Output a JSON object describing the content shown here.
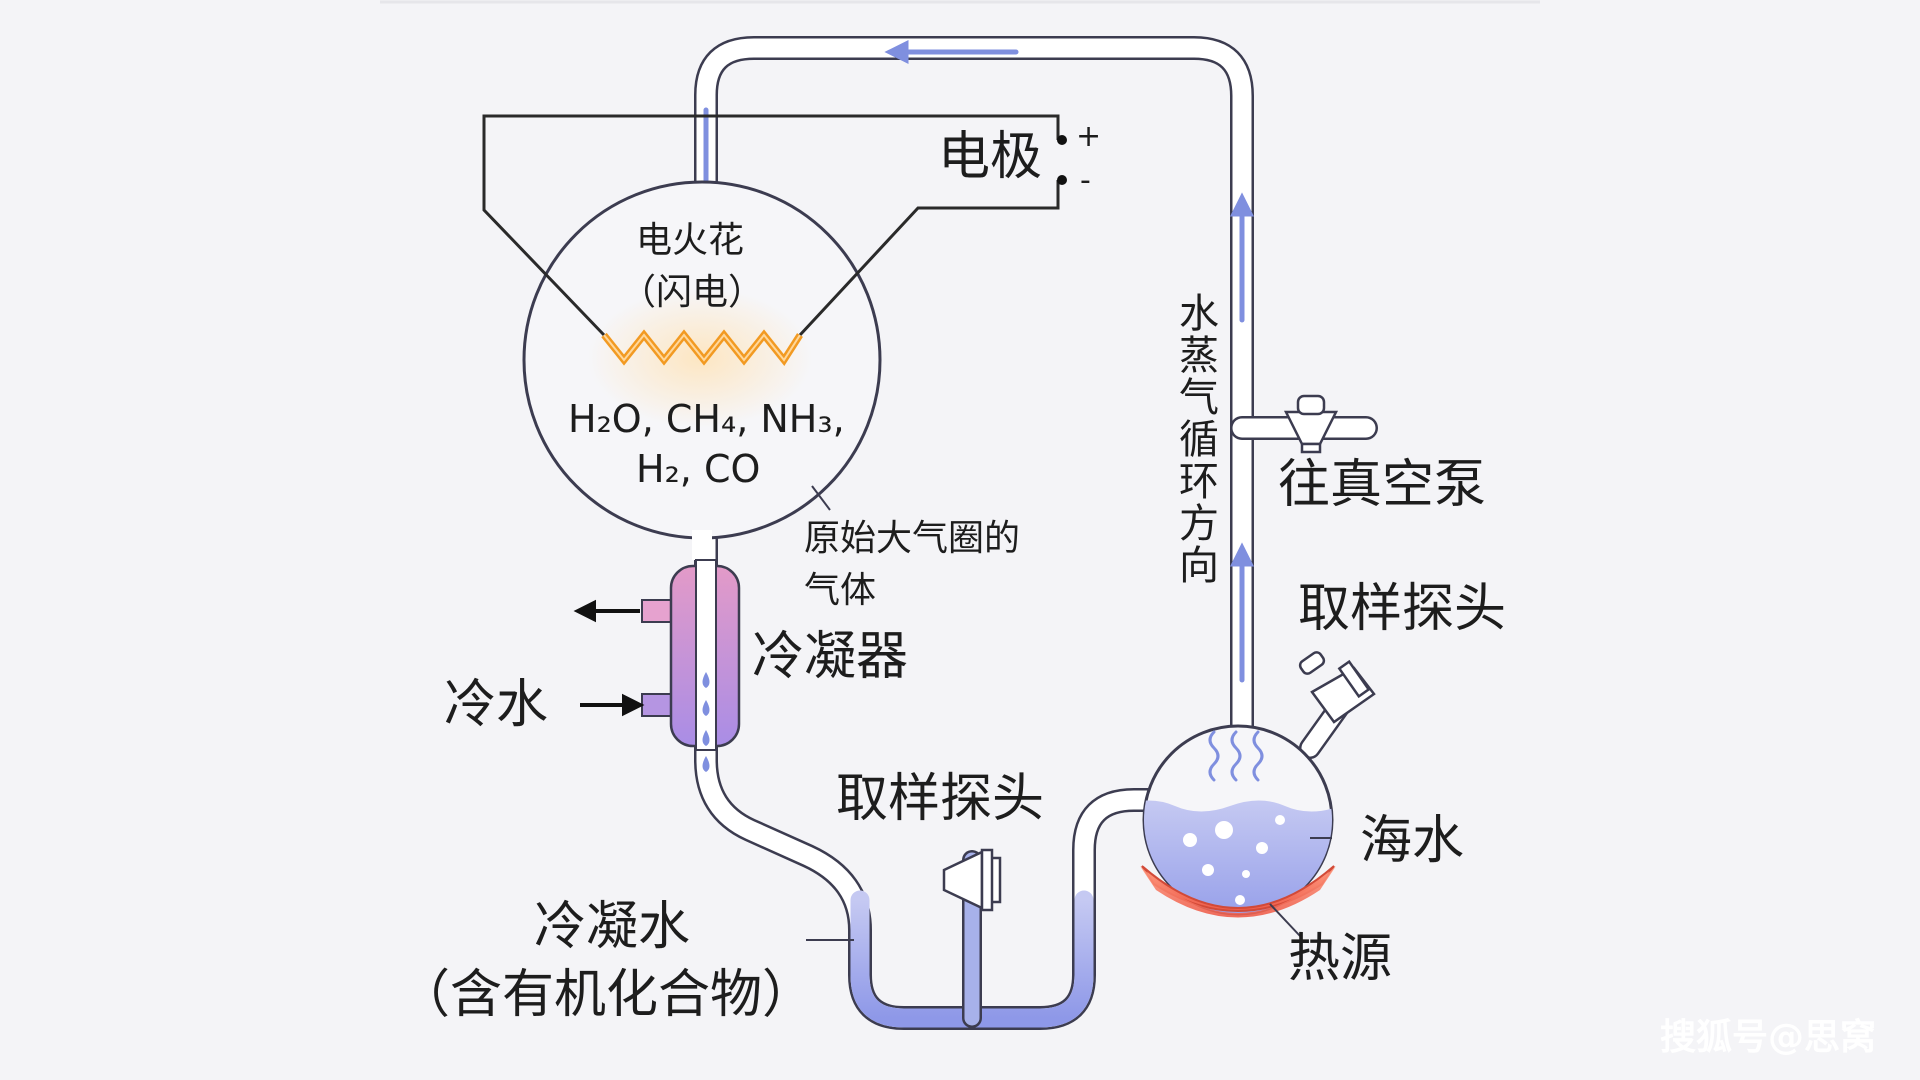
{
  "labels": {
    "electrode": "电极",
    "plus": "+",
    "minus": "-",
    "spark_line1": "电火花",
    "spark_line2": "（闪电）",
    "gases_line1": "H₂O, CH₄, NH₃,",
    "gases_line2": "H₂, CO",
    "primitive_gas_line1": "原始大气圈的",
    "primitive_gas_line2": "气体",
    "condenser": "冷凝器",
    "cold_water": "冷水",
    "sampling_probe_bottom": "取样探头",
    "sampling_probe_top": "取样探头",
    "vacuum_pump": "往真空泵",
    "vapor_direction": "水蒸气循环方向",
    "seawater": "海水",
    "heat_source": "热源",
    "condensed_water_line1": "冷凝水",
    "condensed_water_line2": "（含有机化合物）",
    "watermark": "搜狐号@思窝"
  },
  "colors": {
    "background": "#f4f4f7",
    "tube_fill": "#ffffff",
    "tube_outline": "#3c3c50",
    "flow_arrow": "#7f8fdf",
    "condenser_fill": "#c995e0",
    "water_fill": "#a7b1ea",
    "heat_source": "#f07560",
    "spark": "#f29a22",
    "spark_glow": "#fde6c2"
  }
}
